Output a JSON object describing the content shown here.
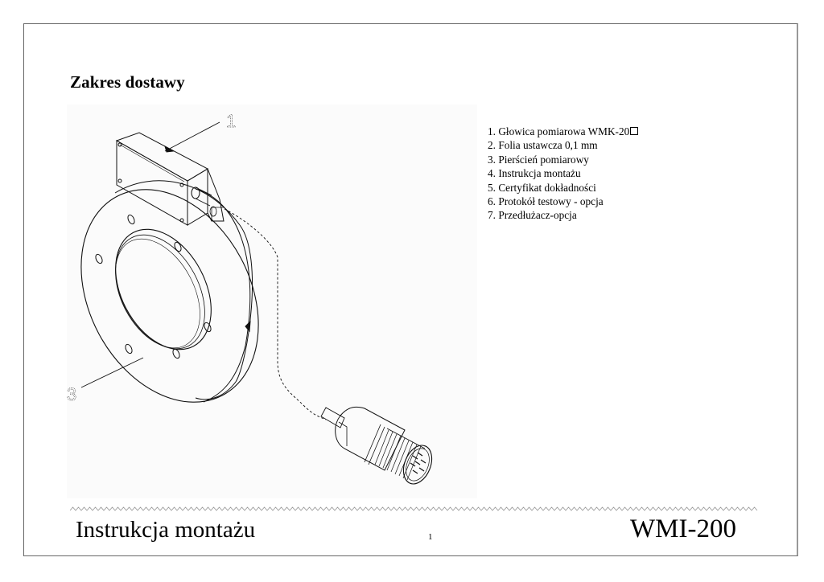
{
  "section_title": "Zakres dostawy",
  "delivery_items": [
    {
      "number": "1.",
      "text": "Głowica pomiarowa WMK-20",
      "trailing_glyph": "box"
    },
    {
      "number": "2.",
      "text": "Folia ustawcza 0,1 mm"
    },
    {
      "number": "3.",
      "text": "Pierścień pomiarowy"
    },
    {
      "number": "4.",
      "text": "Instrukcja montażu"
    },
    {
      "number": "5.",
      "text": "Certyfikat dokładności"
    },
    {
      "number": "6.",
      "text": "Protokół testowy - opcja"
    },
    {
      "number": "7.",
      "text": "Przedłużacz-opcja"
    }
  ],
  "drawing": {
    "description": "Isometric line drawing: measuring head mounted on measuring ring with cable to round connector",
    "callouts": [
      {
        "label": "1",
        "target": "measuring-head"
      },
      {
        "label": "3",
        "target": "measuring-ring"
      }
    ]
  },
  "footer": {
    "left_title": "Instrukcja montażu",
    "page_number": "1",
    "right_title": "WMI-200"
  }
}
